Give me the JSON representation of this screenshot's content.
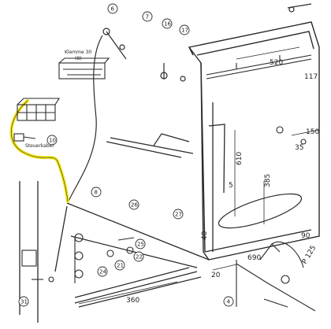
{
  "callouts": {
    "terminal_block_label": "Klemme 30",
    "terminal_block_code": "(8)",
    "control_cable_label": "Steuerkabel",
    "part_6": "6",
    "part_7": "7",
    "part_16": "16",
    "part_17": "17",
    "part_10": "10",
    "part_8": "8",
    "part_26": "26",
    "part_27": "27",
    "part_24": "24",
    "part_21": "21",
    "part_22": "22",
    "part_25": "25",
    "part_31": "31",
    "part_4": "4"
  },
  "dimensions": {
    "d520": "520",
    "d117": "117",
    "d150": "150",
    "d35": "35",
    "d610": "610",
    "d385": "385",
    "d5": "5",
    "d90": "90",
    "d40": "40",
    "d690": "690",
    "d20": "20",
    "d360": "360",
    "d125": "P 125"
  },
  "colors": {
    "ink": "#2a2a2a",
    "highlight": "#f2e61a"
  }
}
